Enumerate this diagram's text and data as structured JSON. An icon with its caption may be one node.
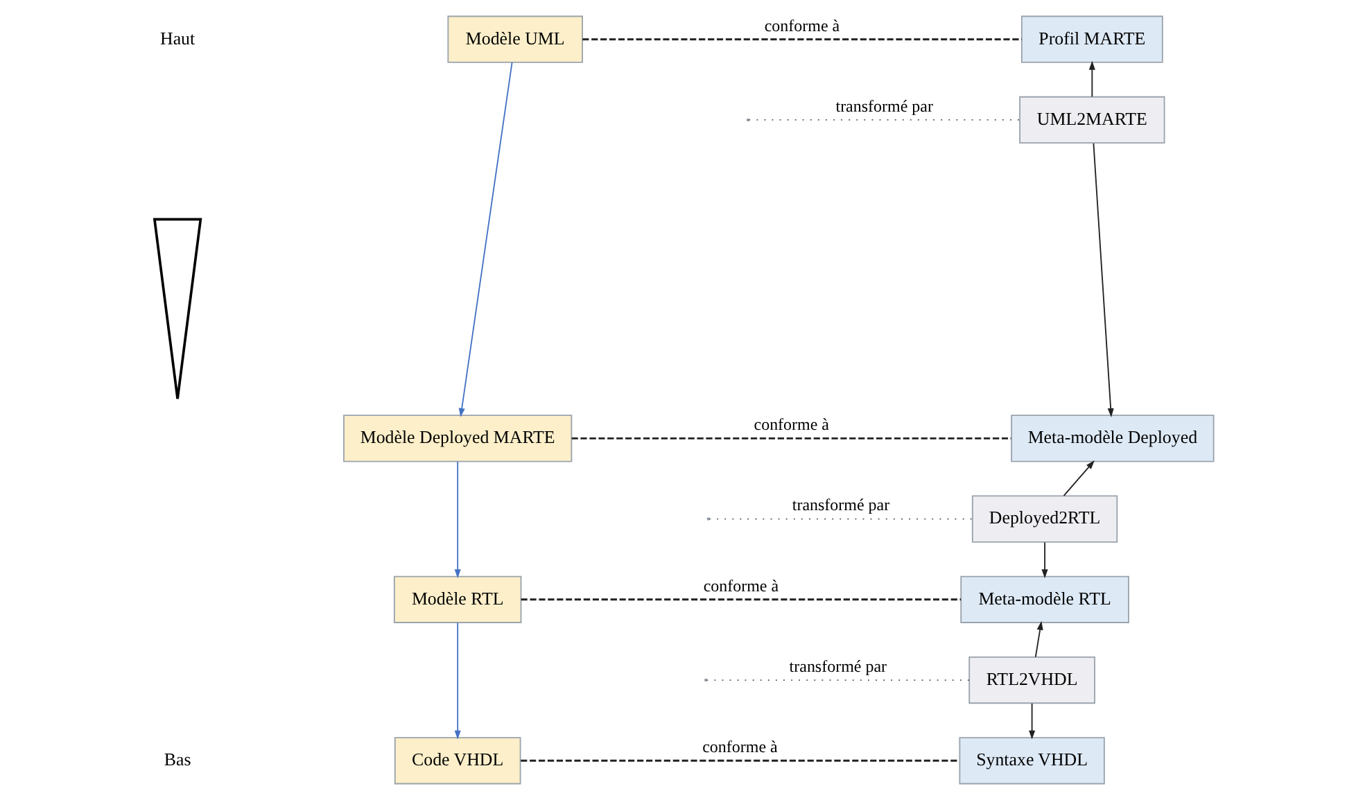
{
  "diagram": {
    "nodes": [
      {
        "text": [
          "Modèle UML"
        ]
      },
      {
        "text": [
          "Profil MARTE"
        ]
      },
      {
        "text": [
          "UML2MARTE"
        ]
      },
      {
        "text": [
          "Modèle Deployed MARTE"
        ]
      },
      {
        "text": [
          "Meta-modèle Deployed"
        ]
      },
      {
        "text": [
          "Deployed2RTL"
        ]
      },
      {
        "text": [
          "Modèle RTL"
        ]
      },
      {
        "text": [
          "Meta-modèle RTL"
        ]
      },
      {
        "text": [
          "RTL2VHDL"
        ]
      },
      {
        "text": [
          "Code VHDL"
        ]
      },
      {
        "text": [
          "Syntaxe VHDL"
        ]
      },
      {
        "text": [],
        "shape": "triangle"
      }
    ],
    "edges": [
      {
        "from": 0,
        "to": 1,
        "arrow": "none",
        "label": "conforme à",
        "style": "dashed"
      },
      {
        "from": 0,
        "to": 3,
        "arrow": "to",
        "color": "#4472c4"
      },
      {
        "from": null,
        "to": 2,
        "arrow": "none",
        "label": "transformé par",
        "style": "dashed",
        "color": "#555555"
      },
      {
        "from": 2,
        "to": 1,
        "arrow": "to"
      },
      {
        "from": 2,
        "to": 4,
        "arrow": "to"
      },
      {
        "from": 3,
        "to": 4,
        "arrow": "none",
        "label": "conforme à",
        "style": "dashed"
      },
      {
        "from": 3,
        "to": 6,
        "arrow": "to",
        "color": "#4472c4"
      },
      {
        "from": null,
        "to": 5,
        "arrow": "none",
        "label": "transformé par",
        "style": "dashed",
        "color": "#555555"
      },
      {
        "from": 5,
        "to": 4,
        "arrow": "to"
      },
      {
        "from": 5,
        "to": 7,
        "arrow": "to"
      },
      {
        "from": 6,
        "to": 7,
        "arrow": "none",
        "label": "conforme à",
        "style": "dashed"
      },
      {
        "from": 6,
        "to": 9,
        "arrow": "to",
        "color": "#4472c4"
      },
      {
        "from": null,
        "to": 8,
        "arrow": "none",
        "label": "transformé par",
        "style": "dashed",
        "color": "#555555"
      },
      {
        "from": 8,
        "to": 7,
        "arrow": "to"
      },
      {
        "from": 8,
        "to": 10,
        "arrow": "to"
      },
      {
        "from": 9,
        "to": 10,
        "arrow": "none",
        "label": "conforme à",
        "style": "dashed"
      }
    ],
    "labels": [
      "Haut",
      "Bas"
    ]
  }
}
